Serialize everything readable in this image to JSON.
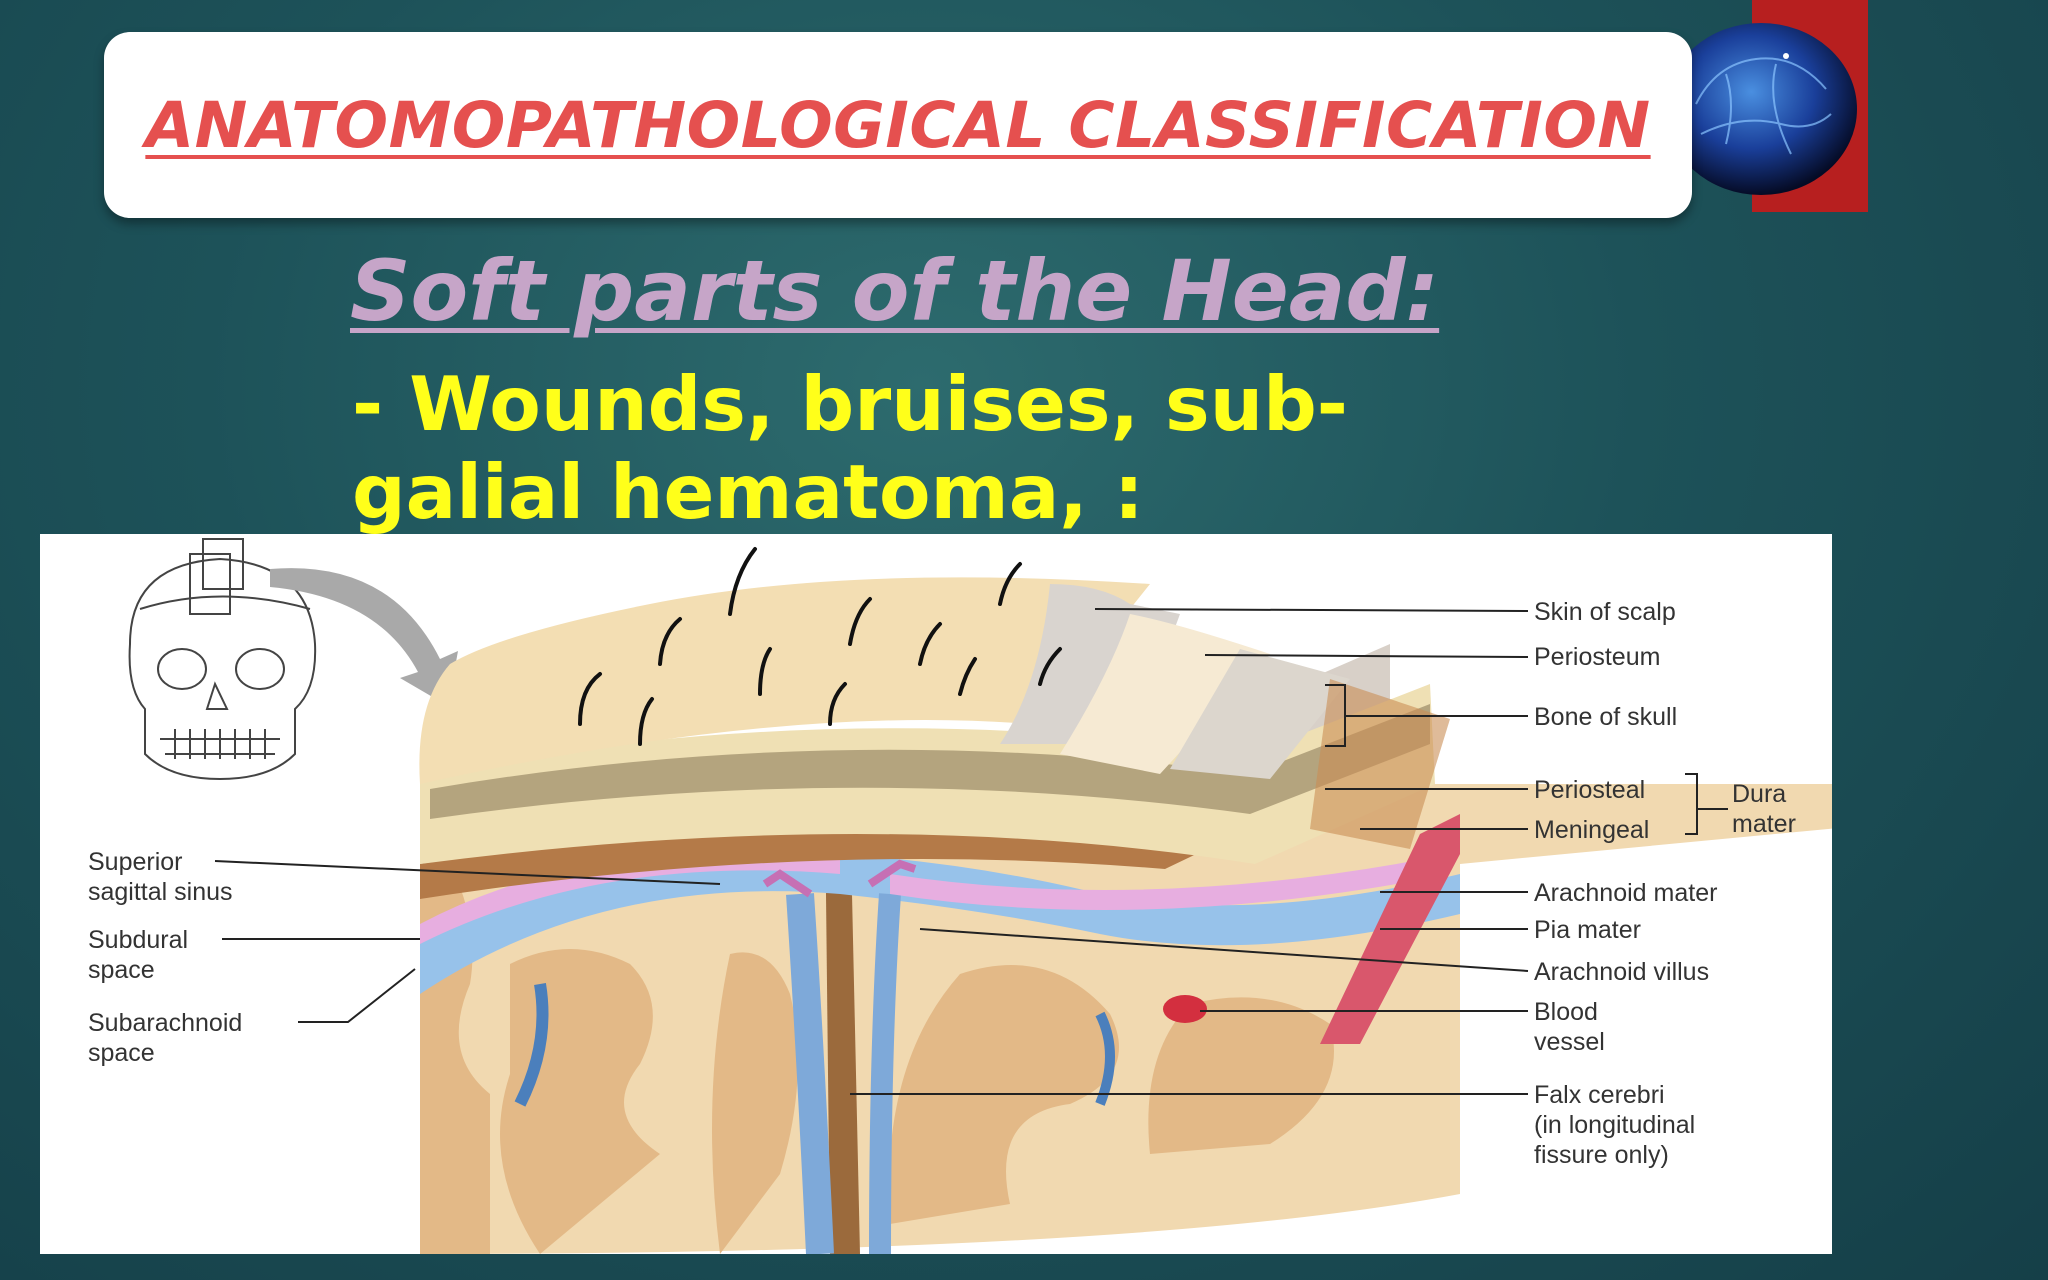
{
  "slide": {
    "title": "ANATOMOPATHOLOGICAL CLASSIFICATION",
    "subtitle": "Soft parts of the Head:",
    "bullet": "- Wounds, bruises, sub-galial hematoma, :"
  },
  "diagram": {
    "labels_right": {
      "skin": "Skin of scalp",
      "periosteum": "Periosteum",
      "bone": "Bone of skull",
      "periosteal": "Periosteal",
      "meningeal": "Meningeal",
      "dura_1": "Dura",
      "dura_2": "mater",
      "arachnoid": "Arachnoid mater",
      "pia": "Pia mater",
      "villus": "Arachnoid villus",
      "blood_1": "Blood",
      "blood_2": "vessel",
      "falx_1": "Falx cerebri",
      "falx_2": "(in longitudinal",
      "falx_3": "fissure only)"
    },
    "labels_left": {
      "sinus_1": "Superior",
      "sinus_2": "sagittal sinus",
      "subdural_1": "Subdural",
      "subdural_2": "space",
      "subarach_1": "Subarachnoid",
      "subarach_2": "space"
    }
  },
  "colors": {
    "title_red": "#e5504f",
    "subtitle_mauve": "#c6a5c8",
    "bullet_yellow": "#ffff1a",
    "accent_red_bar": "#b71f1f"
  }
}
